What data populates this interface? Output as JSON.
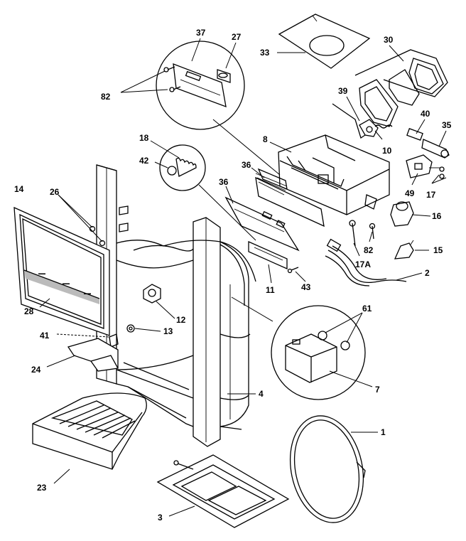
{
  "diagram": {
    "callouts": [
      "37",
      "27",
      "33",
      "30",
      "82",
      "39",
      "40",
      "35",
      "8",
      "10",
      "18",
      "42",
      "36",
      "36",
      "49",
      "17",
      "14",
      "26",
      "16",
      "82",
      "15",
      "17A",
      "2",
      "11",
      "43",
      "12",
      "28",
      "61",
      "13",
      "41",
      "24",
      "7",
      "4",
      "1",
      "23",
      "3"
    ]
  }
}
